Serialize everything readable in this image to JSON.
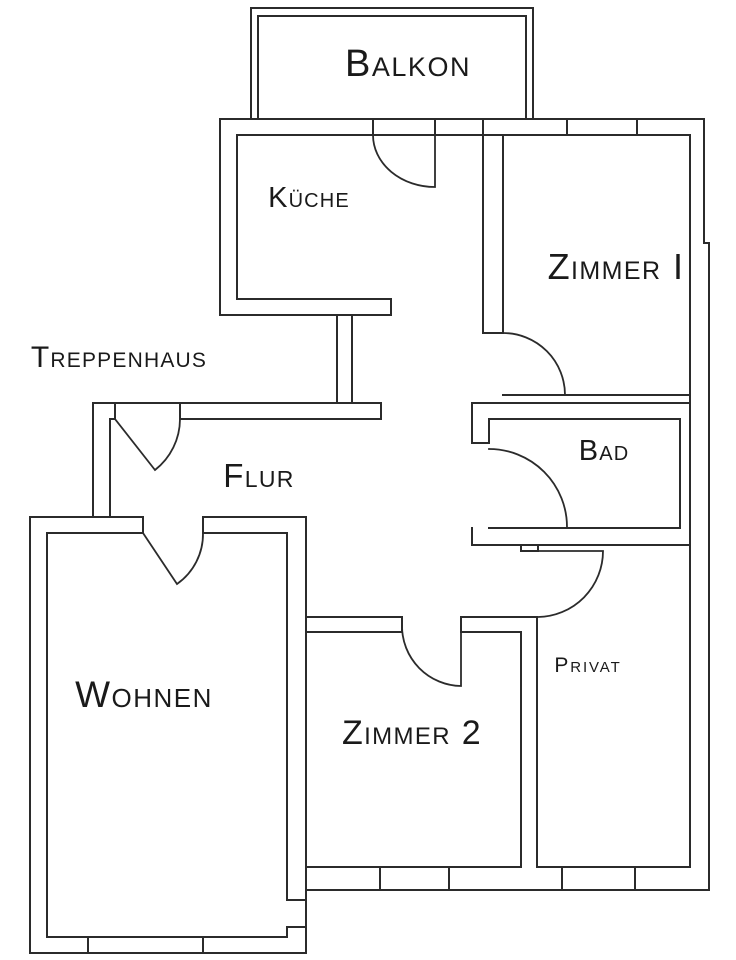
{
  "floor_plan": {
    "wall_color": "#2b2b2b",
    "label_color": "#1a1a1a",
    "rooms": [
      {
        "id": "balkon",
        "label": "Balkon"
      },
      {
        "id": "kueche",
        "label": "Küche"
      },
      {
        "id": "zimmer-1",
        "label": "Zimmer I"
      },
      {
        "id": "treppenhaus",
        "label": "Treppenhaus"
      },
      {
        "id": "flur",
        "label": "Flur"
      },
      {
        "id": "bad",
        "label": "Bad"
      },
      {
        "id": "wohnen",
        "label": "Wohnen"
      },
      {
        "id": "zimmer-2",
        "label": "Zimmer 2"
      },
      {
        "id": "privat",
        "label": "Privat"
      }
    ]
  }
}
